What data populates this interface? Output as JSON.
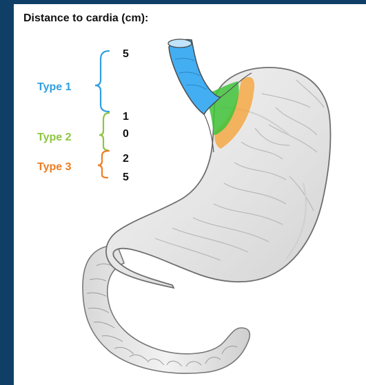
{
  "title": "Distance to cardia (cm):",
  "types": [
    {
      "label": "Type 1",
      "color": "#2f9fe0"
    },
    {
      "label": "Type 2",
      "color": "#8cc63f"
    },
    {
      "label": "Type 3",
      "color": "#ee7d22"
    }
  ],
  "scale_labels": [
    "5",
    "1",
    "0",
    "2",
    "5"
  ],
  "zone_colors": {
    "esophagus": "#43aef2",
    "gej": "#3fc33a",
    "cardia": "#f5a030"
  },
  "border_color": "#0f3f66"
}
